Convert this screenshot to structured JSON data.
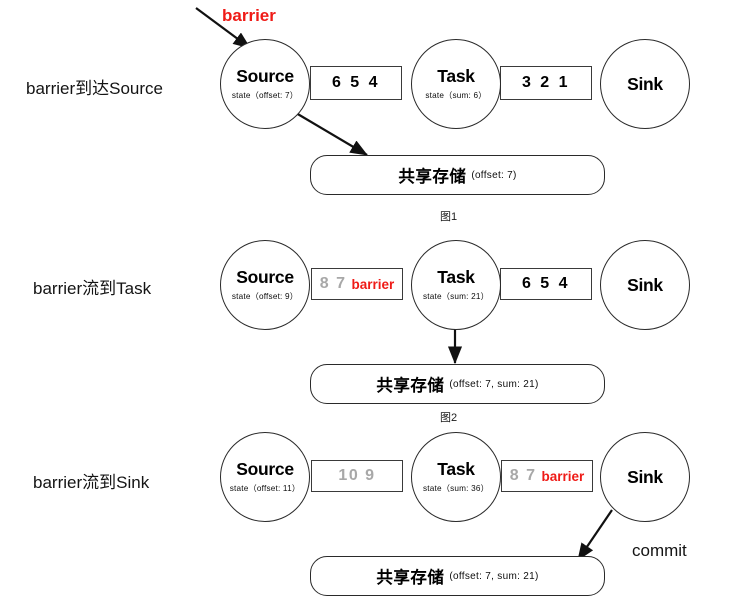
{
  "diagram": {
    "title_captions": [
      "图1",
      "图2"
    ],
    "barrier_label": "barrier",
    "commit_label": "commit",
    "colors": {
      "barrier_red": "#ef1b17",
      "dim_gray": "#a8a8a8",
      "stroke": "#2a2a2a",
      "background": "#ffffff"
    }
  },
  "rows": [
    {
      "label": "barrier到达Source",
      "caption": "图1",
      "nodes": [
        {
          "name": "Source",
          "state": "state（offset: 7）"
        },
        {
          "name": "Task",
          "state": "state（sum: 6）"
        },
        {
          "name": "Sink",
          "state": ""
        }
      ],
      "records": [
        {
          "numbers": "6 5 4",
          "dim": false,
          "barrier": ""
        },
        {
          "numbers": "3 2 1",
          "dim": false,
          "barrier": ""
        }
      ],
      "storage": {
        "title": "共享存储",
        "detail": "(offset: 7)"
      },
      "annotations": {
        "barrier": "barrier"
      }
    },
    {
      "label": "barrier流到Task",
      "caption": "图2",
      "nodes": [
        {
          "name": "Source",
          "state": "state（offset: 9）"
        },
        {
          "name": "Task",
          "state": "state（sum: 21）"
        },
        {
          "name": "Sink",
          "state": ""
        }
      ],
      "records": [
        {
          "numbers": "8 7",
          "dim": true,
          "barrier": "barrier"
        },
        {
          "numbers": "6 5 4",
          "dim": false,
          "barrier": ""
        }
      ],
      "storage": {
        "title": "共享存储",
        "detail": "(offset: 7,  sum: 21)"
      },
      "annotations": {}
    },
    {
      "label": "barrier流到Sink",
      "caption": "",
      "nodes": [
        {
          "name": "Source",
          "state": "state（offset: 11）"
        },
        {
          "name": "Task",
          "state": "state（sum: 36）"
        },
        {
          "name": "Sink",
          "state": ""
        }
      ],
      "records": [
        {
          "numbers": "10 9",
          "dim": true,
          "barrier": ""
        },
        {
          "numbers": "8 7",
          "dim": true,
          "barrier": "barrier"
        }
      ],
      "storage": {
        "title": "共享存储",
        "detail": "(offset: 7,  sum: 21)"
      },
      "annotations": {
        "commit": "commit"
      }
    }
  ]
}
